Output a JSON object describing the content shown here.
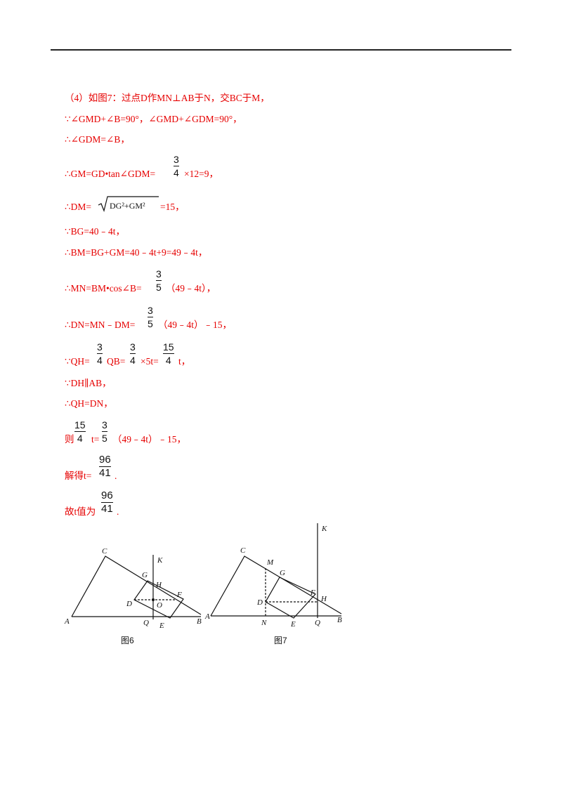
{
  "lines": [
    "（4）如图7：过点D作MN⊥AB于N，交BC于M，",
    "∵∠GMD+∠B=90°，∠GMD+∠GDM=90°，",
    "∴∠GDM=∠B，",
    "∴GM=GD•tan∠GDM=",
    "×12=9，",
    "∴DM=",
    "=15，",
    "∵BG=40﹣4t，",
    "∴BM=BG+GM=40﹣4t+9=49﹣4t，",
    "∴MN=BM•cos∠B=",
    "（49﹣4t），",
    "∴DN=MN﹣DM=",
    "（49﹣4t）﹣15，",
    "∵QH=",
    "QB=",
    "×5t=",
    "t，",
    "∵DH∥AB，",
    "∴QH=DN，",
    "则",
    "t=",
    "（49﹣4t）﹣15，",
    "解得t=",
    ".",
    "故t值为",
    "."
  ],
  "fractions": {
    "three_quarters": {
      "num": "3",
      "den": "4"
    },
    "three_fifths": {
      "num": "3",
      "den": "5"
    },
    "fifteen_quarters": {
      "num": "15",
      "den": "4"
    },
    "ninety_six_41": {
      "num": "96",
      "den": "41"
    }
  },
  "sqrt_expr": "DG²+GM²",
  "figure6": {
    "caption": "图6",
    "labels": {
      "A": "A",
      "B": "B",
      "C": "C",
      "D": "D",
      "E": "E",
      "F": "F",
      "G": "G",
      "H": "H",
      "K": "K",
      "O": "O",
      "Q": "Q"
    }
  },
  "figure7": {
    "caption": "图7",
    "labels": {
      "A": "A",
      "B": "B",
      "C": "C",
      "D": "D",
      "E": "E",
      "F": "F",
      "G": "G",
      "H": "H",
      "K": "K",
      "M": "M",
      "N": "N",
      "Q": "Q"
    }
  }
}
